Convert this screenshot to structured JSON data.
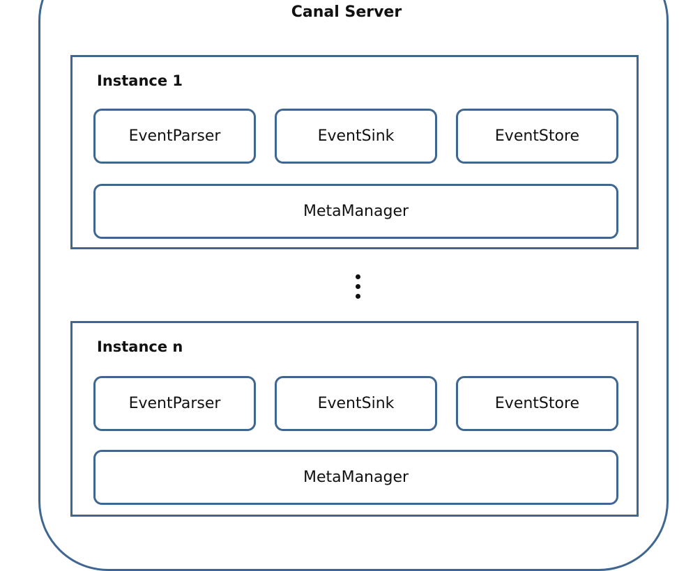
{
  "server": {
    "title": "Canal Server"
  },
  "instances": [
    {
      "title": "Instance 1",
      "components": {
        "parser": "EventParser",
        "sink": "EventSink",
        "store": "EventStore",
        "meta": "MetaManager"
      }
    },
    {
      "title": "Instance n",
      "components": {
        "parser": "EventParser",
        "sink": "EventSink",
        "store": "EventStore",
        "meta": "MetaManager"
      }
    }
  ],
  "colors": {
    "border": "#3f6690",
    "text": "#111111",
    "background": "#ffffff"
  }
}
